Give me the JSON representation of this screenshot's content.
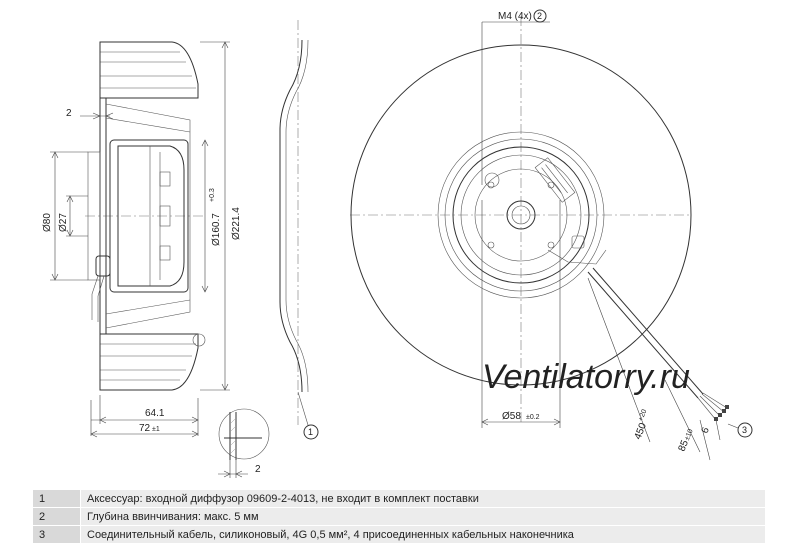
{
  "dims": {
    "d80": "Ø80",
    "d27": "Ø27",
    "d160": "Ø160.7",
    "d160_tol": "+0.3",
    "d221": "Ø221.4",
    "gap2": "2",
    "l64": "64.1",
    "l72": "72",
    "l72_tol": "±1",
    "detail2": "2",
    "m4": "M4 (4x)",
    "d58": "Ø58",
    "d58_tol": "±0.2",
    "c450": "450",
    "c450_tol": "+20",
    "c85": "85",
    "c85_tol": "±10",
    "c6": "6"
  },
  "balloons": {
    "b1": "1",
    "b2": "2",
    "b3": "3"
  },
  "watermark": "Ventilatorry.ru",
  "notes": [
    {
      "num": "1",
      "text": "Аксессуар: входной диффузор 09609-2-4013, не входит в комплект поставки"
    },
    {
      "num": "2",
      "text": "Глубина ввинчивания: макс. 5 мм"
    },
    {
      "num": "3",
      "text": "Соединительный кабель, силиконовый, 4G 0,5 мм², 4 присоединенных кабельных наконечника"
    }
  ]
}
